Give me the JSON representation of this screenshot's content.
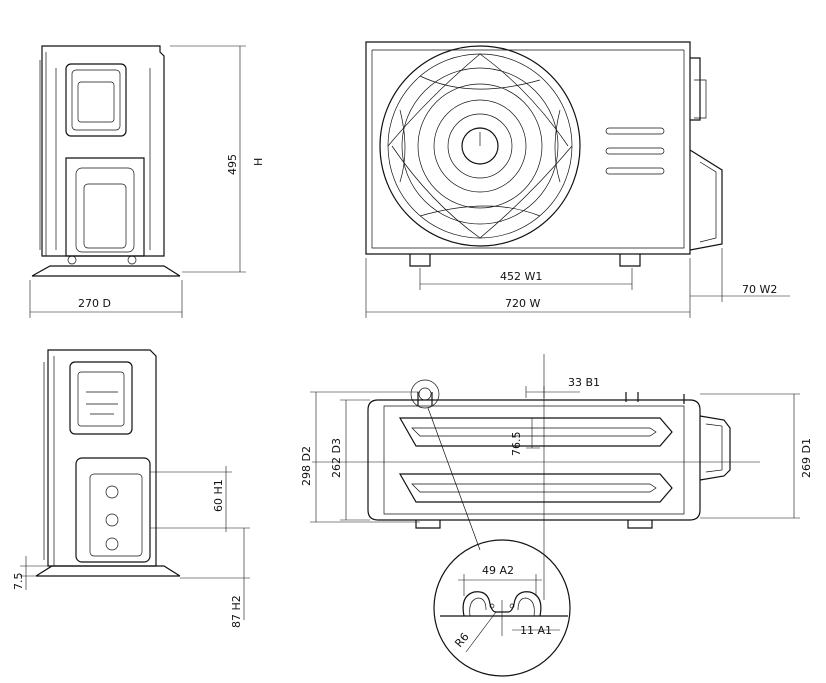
{
  "labels": {
    "depth": "270   D",
    "height_value": "495",
    "height_letter": "H",
    "width_w1": "452 W1",
    "width_w": "720 W",
    "width_w2": "70 W2",
    "b1": "33 B1",
    "d1": "269 D1",
    "d2": "298 D2",
    "d3": "262 D3",
    "small": "76.5",
    "h1": "60 H1",
    "h2": "87 H2",
    "foot": "7.5",
    "a2": "49 A2",
    "a1": "11   A1",
    "r6": "R6"
  }
}
